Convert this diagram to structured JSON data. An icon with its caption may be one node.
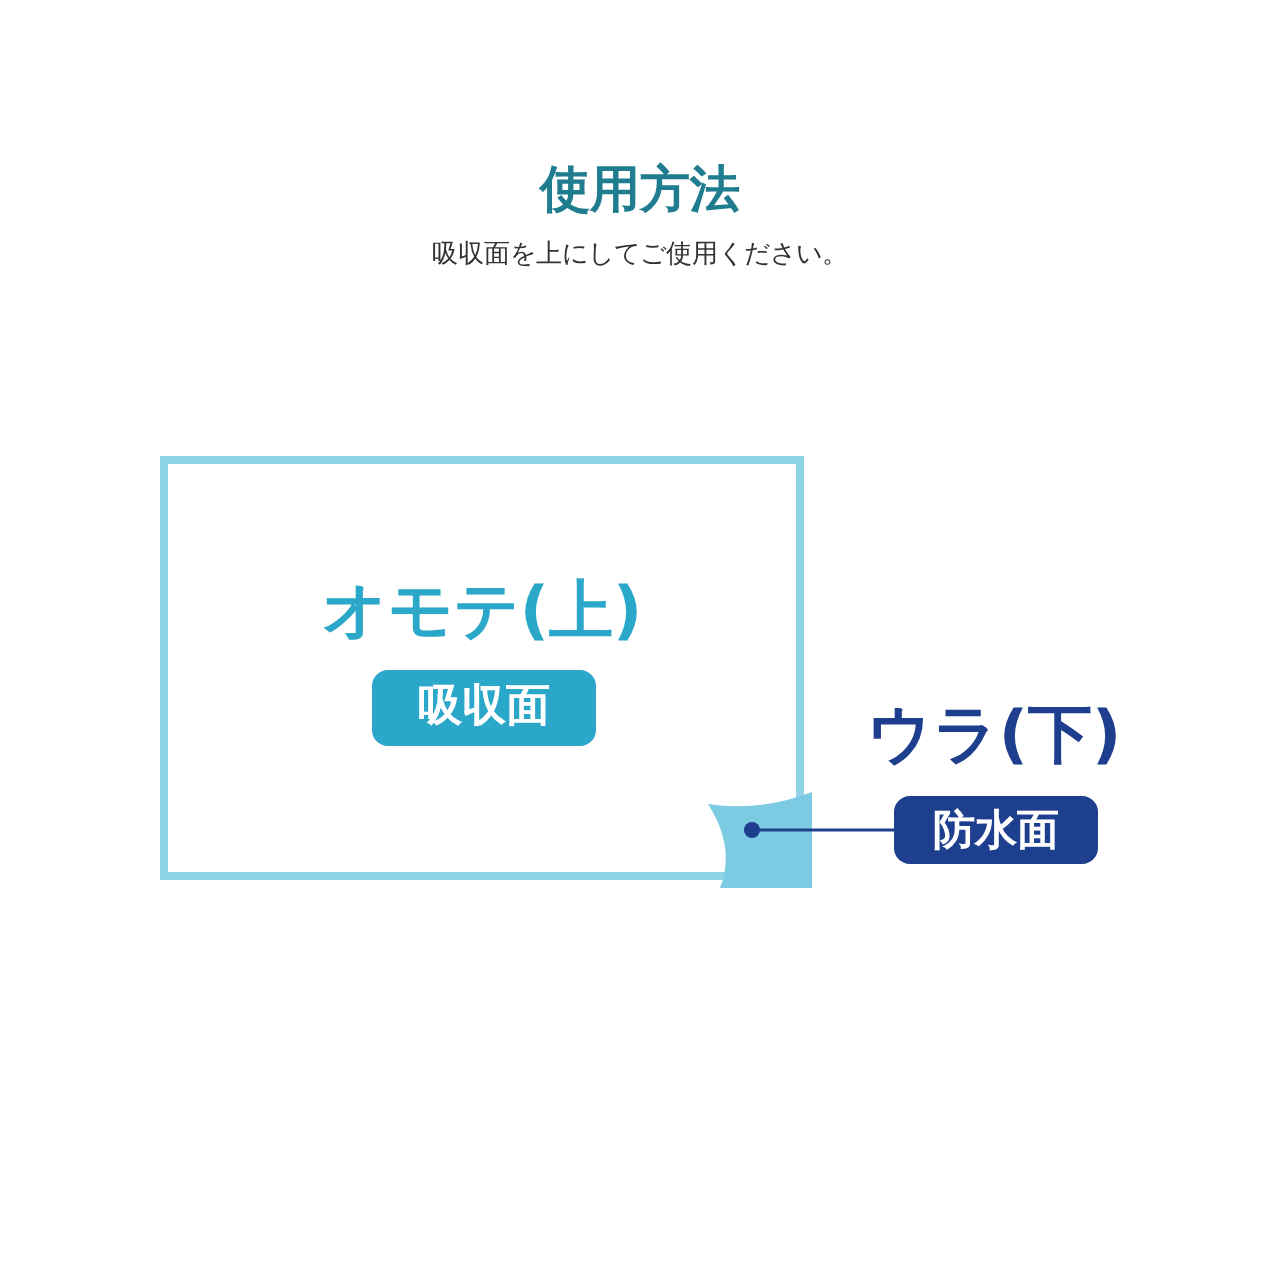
{
  "diagram": {
    "title": "使用方法",
    "caption": "吸収面を上にしてご使用ください。",
    "nodes": [
      {
        "text": [
          "オモテ(上)",
          "吸収面"
        ]
      },
      {
        "text": [],
        "shape": "picture",
        "in": 0
      },
      {
        "text": [
          "ウラ(下)",
          "防水面"
        ]
      }
    ],
    "edges": [
      {
        "from": 2,
        "to": 1,
        "arrow": "other"
      }
    ]
  }
}
